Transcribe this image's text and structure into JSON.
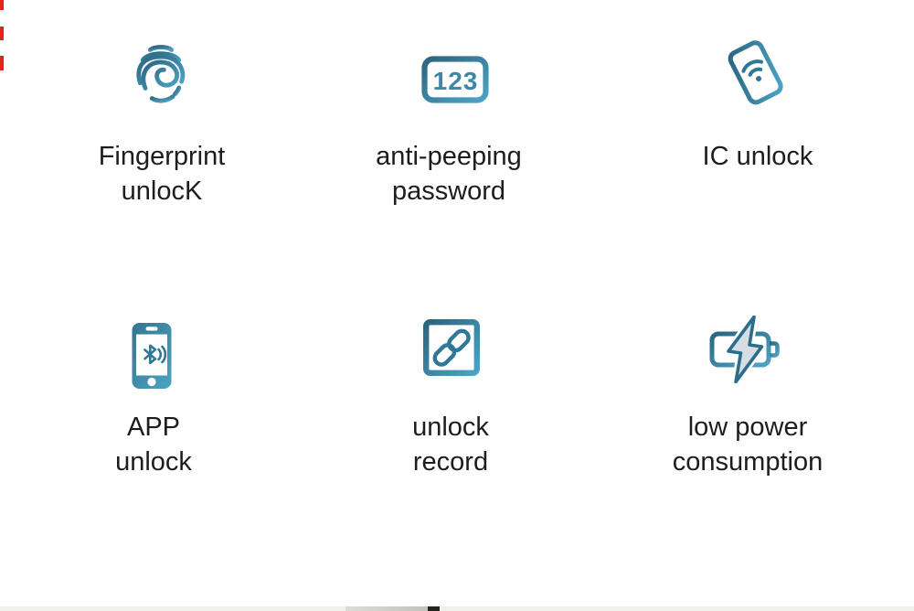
{
  "panel": {
    "background": "#ffffff"
  },
  "colors": {
    "icon_gradient_start": "#2b6580",
    "icon_gradient_end": "#4da3c4",
    "icon_solid": "#2f7897",
    "text": "#1d1d1d",
    "edge_mark_red": "#e2251c",
    "bolt_fill": "#d7dde2",
    "scroll_track": "#f1f0ed",
    "scroll_thumb": "#c9c7c1",
    "scroll_dark_segment": "#23241f"
  },
  "features": [
    {
      "name": "fingerprint-unlock",
      "icon": "fingerprint-icon",
      "line1": "Fingerprint",
      "line2": "unlocK"
    },
    {
      "name": "anti-peeping-password",
      "icon": "keypad-123-icon",
      "icon_text": "123",
      "line1": "anti-peeping",
      "line2": "password"
    },
    {
      "name": "ic-unlock",
      "icon": "ic-card-wifi-icon",
      "line1": "IC unlock",
      "line2": ""
    },
    {
      "name": "app-unlock",
      "icon": "phone-bluetooth-icon",
      "line1": "APP",
      "line2": "unlock"
    },
    {
      "name": "unlock-record",
      "icon": "chain-link-icon",
      "line1": "unlock",
      "line2": "record"
    },
    {
      "name": "low-power-consumption",
      "icon": "battery-lightning-icon",
      "line1": "low power",
      "line2": "consumption"
    }
  ]
}
